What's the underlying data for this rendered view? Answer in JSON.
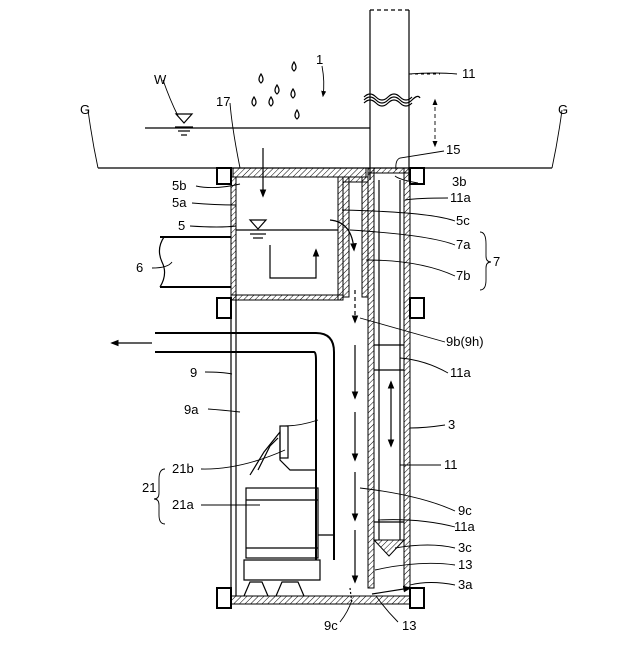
{
  "labels": {
    "W": "W",
    "G_left": "G",
    "G_right": "G",
    "n1": "1",
    "n11_top": "11",
    "n17": "17",
    "n15": "15",
    "n5b": "5b",
    "n3b": "3b",
    "n5a": "5a",
    "n11a_top": "11a",
    "n5": "5",
    "n5c": "5c",
    "n7a": "7a",
    "n7": "7",
    "n6": "6",
    "n7b": "7b",
    "n9b9h": "9b(9h)",
    "n9": "9",
    "n11a_mid": "11a",
    "n9a": "9a",
    "n3": "3",
    "n21b": "21b",
    "n11_mid": "11",
    "n21": "21",
    "n21a": "21a",
    "n9c_right": "9c",
    "n11a_low": "11a",
    "n3c": "3c",
    "n13_right": "13",
    "n3a": "3a",
    "n9c_bottom": "9c",
    "n13_bottom": "13"
  }
}
